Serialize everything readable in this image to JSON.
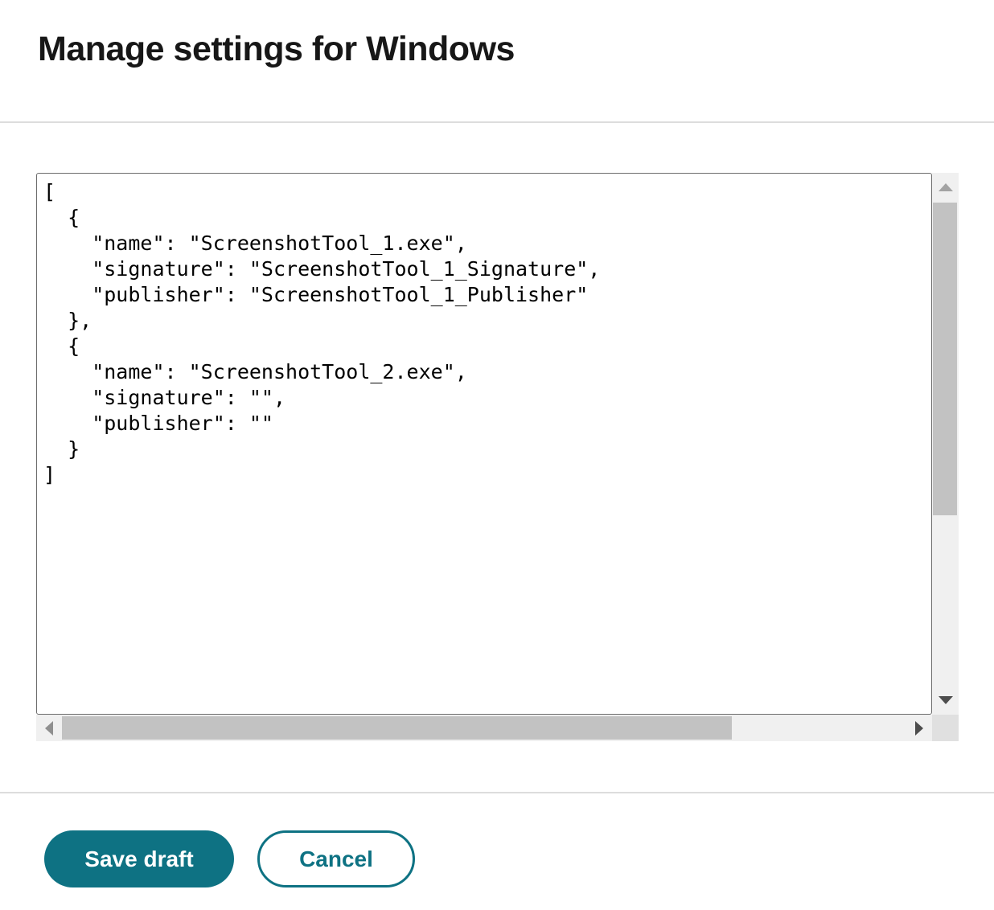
{
  "header": {
    "title": "Manage settings for Windows"
  },
  "editor": {
    "content": "[\n  {\n    \"name\": \"ScreenshotTool_1.exe\",\n    \"signature\": \"ScreenshotTool_1_Signature\",\n    \"publisher\": \"ScreenshotTool_1_Publisher\"\n  },\n  {\n    \"name\": \"ScreenshotTool_2.exe\",\n    \"signature\": \"\",\n    \"publisher\": \"\"\n  }\n]",
    "applications": [
      {
        "name": "ScreenshotTool_1.exe",
        "signature": "ScreenshotTool_1_Signature",
        "publisher": "ScreenshotTool_1_Publisher"
      },
      {
        "name": "ScreenshotTool_2.exe",
        "signature": "",
        "publisher": ""
      }
    ]
  },
  "footer": {
    "save_label": "Save draft",
    "cancel_label": "Cancel"
  },
  "icons": {
    "scroll_up": "up-arrow-icon",
    "scroll_down": "down-arrow-icon",
    "scroll_left": "left-arrow-icon",
    "scroll_right": "right-arrow-icon"
  },
  "colors": {
    "accent_teal": "#0e7283",
    "scrollbar_track": "#f0f0f0",
    "scrollbar_thumb": "#c2c2c2",
    "scrollbar_corner": "#e0e0e0",
    "border_gray": "#6d6d6d",
    "divider_gray": "#dddddd",
    "title_text": "#171717"
  }
}
